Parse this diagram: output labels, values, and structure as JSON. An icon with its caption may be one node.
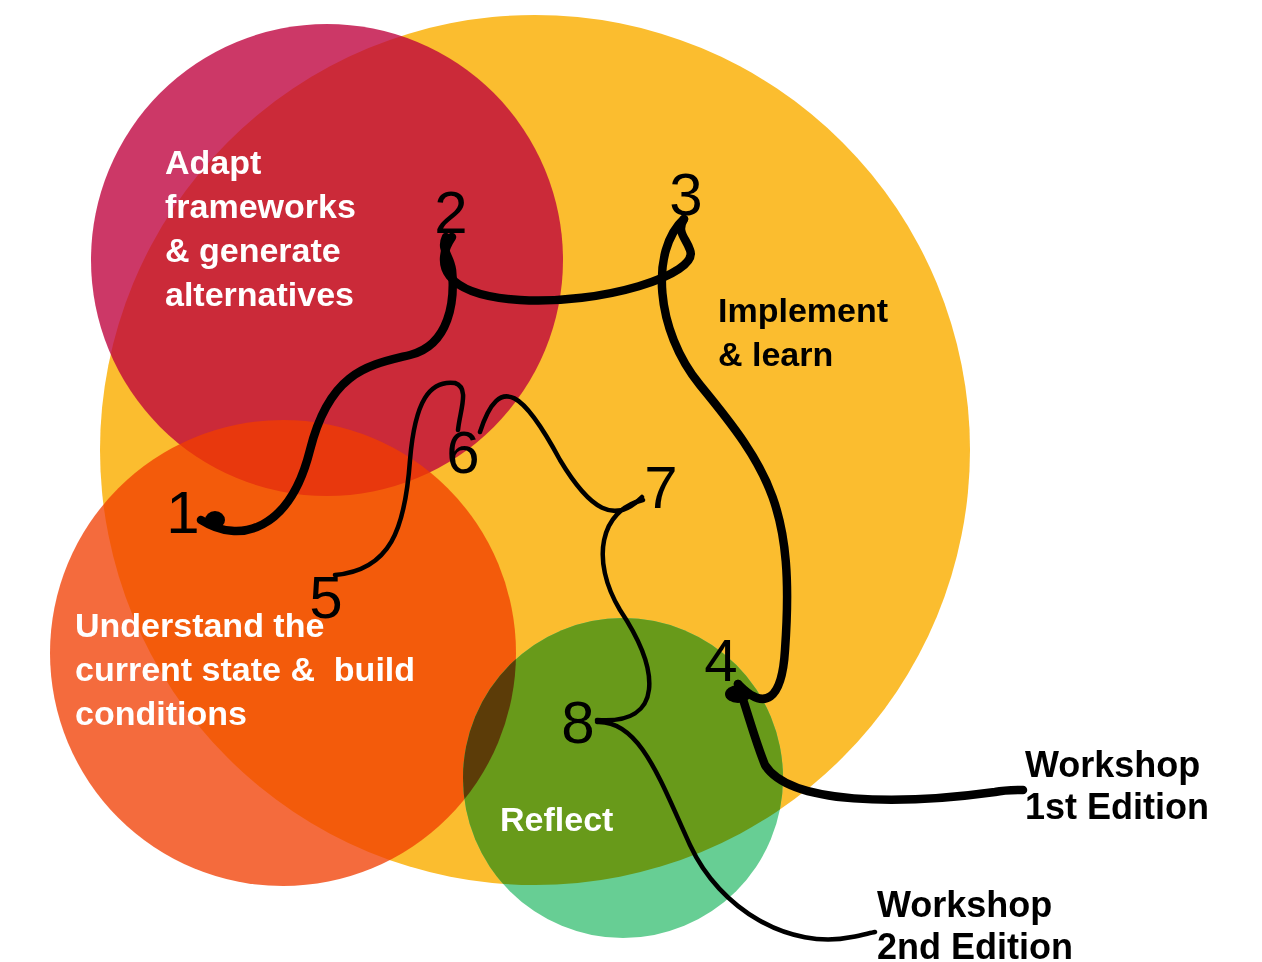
{
  "diagram": {
    "nodes": [
      {
        "text": [
          "1"
        ]
      },
      {
        "text": [
          "2"
        ]
      },
      {
        "text": [
          "3"
        ]
      },
      {
        "text": [
          "4"
        ]
      },
      {
        "text": [
          "5"
        ]
      },
      {
        "text": [
          "6"
        ]
      },
      {
        "text": [
          "7"
        ]
      },
      {
        "text": [
          "8"
        ]
      },
      {
        "text": [
          "Workshop 1st Edition"
        ]
      },
      {
        "text": [
          "Workshop 2nd Edition"
        ]
      }
    ],
    "edges": [
      {
        "from": 0,
        "to": 1,
        "arrow": "other",
        "style": "thick"
      },
      {
        "from": 1,
        "to": 2,
        "arrow": "none",
        "style": "thick"
      },
      {
        "from": 2,
        "to": 3,
        "arrow": "none",
        "style": "thick"
      },
      {
        "from": 3,
        "to": 8,
        "arrow": "other",
        "style": "thick"
      },
      {
        "from": 4,
        "to": 5,
        "arrow": "none"
      },
      {
        "from": 5,
        "to": 6,
        "arrow": "none"
      },
      {
        "from": 6,
        "to": 7,
        "arrow": "none"
      },
      {
        "from": 7,
        "to": 9,
        "arrow": "none"
      }
    ],
    "labels": [
      "Adapt frameworks & generate alternatives",
      "Implement & learn",
      "Understand the current state &  build conditions",
      "Reflect"
    ]
  }
}
